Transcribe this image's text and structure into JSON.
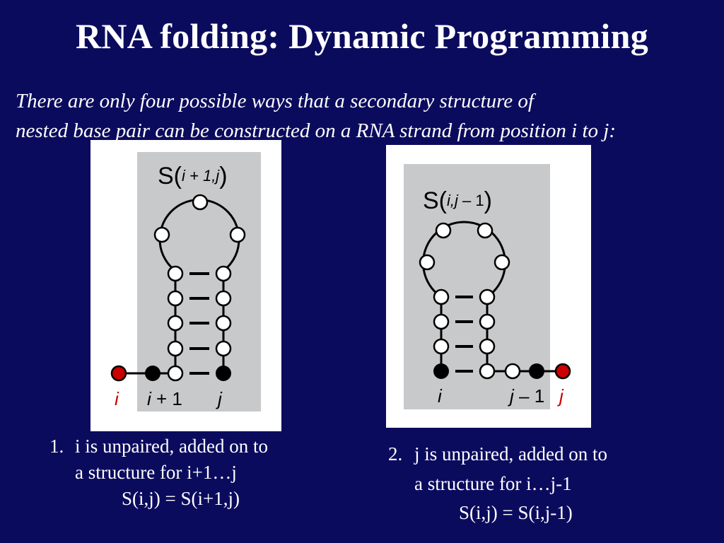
{
  "slide": {
    "title": "RNA folding: Dynamic Programming",
    "intro_line1": "There are only four possible ways that a secondary structure of",
    "intro_line2": "nested base pair can be constructed on a RNA strand from position i to j:"
  },
  "case1": {
    "label_S": "S(",
    "label_args": "i + 1,j",
    "label_close": ")",
    "pos_i": "i",
    "pos_i1_var": "i",
    "pos_i1_rest": " + 1",
    "pos_j": "j",
    "number": "1.",
    "line1": "i is unpaired, added on to",
    "line2": "a structure for i+1…j",
    "formula": "S(i,j) = S(i+1,j)"
  },
  "case2": {
    "label_S": "S(",
    "label_args": "i,j",
    "label_minus": " – 1",
    "label_close": ")",
    "pos_i": "i",
    "pos_j1_var": "j",
    "pos_j1_rest": " – 1",
    "pos_j": "j",
    "number": "2.",
    "line1": "j is unpaired, added on to",
    "line2": "a structure for i…j-1",
    "formula": "S(i,j) = S(i,j-1)"
  },
  "colors": {
    "background": "#0b0b5e",
    "panel_inner": "#c8c9cb",
    "highlight_red": "#cc0000",
    "paired_black": "#000000",
    "unpaired_white": "#ffffff"
  }
}
